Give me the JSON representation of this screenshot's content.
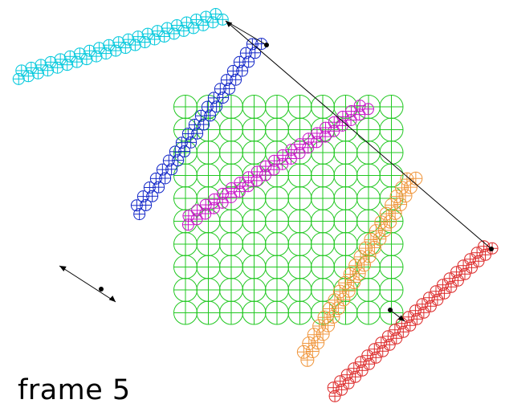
{
  "frame_label": "frame 5",
  "colors": {
    "green_grid": "#22c822",
    "cyan_chain": "#00c8dc",
    "blue_chain": "#1428c8",
    "magenta_chain": "#c814c8",
    "orange_chain": "#f0963c",
    "red_chain": "#dc2828",
    "arrow": "#000000"
  },
  "objects": [
    {
      "name": "green-particle-grid",
      "kind": "grid",
      "color_key": "green_grid"
    },
    {
      "name": "cyan-particle-chain",
      "kind": "chain",
      "color_key": "cyan_chain"
    },
    {
      "name": "blue-particle-chain",
      "kind": "chain",
      "color_key": "blue_chain"
    },
    {
      "name": "magenta-particle-chain",
      "kind": "chain",
      "color_key": "magenta_chain"
    },
    {
      "name": "orange-particle-chain",
      "kind": "chain",
      "color_key": "orange_chain"
    },
    {
      "name": "red-particle-chain",
      "kind": "chain",
      "color_key": "red_chain"
    }
  ],
  "arrows": [
    {
      "name": "cyan-to-red-arrow"
    },
    {
      "name": "free-double-arrow"
    },
    {
      "name": "grid-corner-arrow"
    }
  ]
}
